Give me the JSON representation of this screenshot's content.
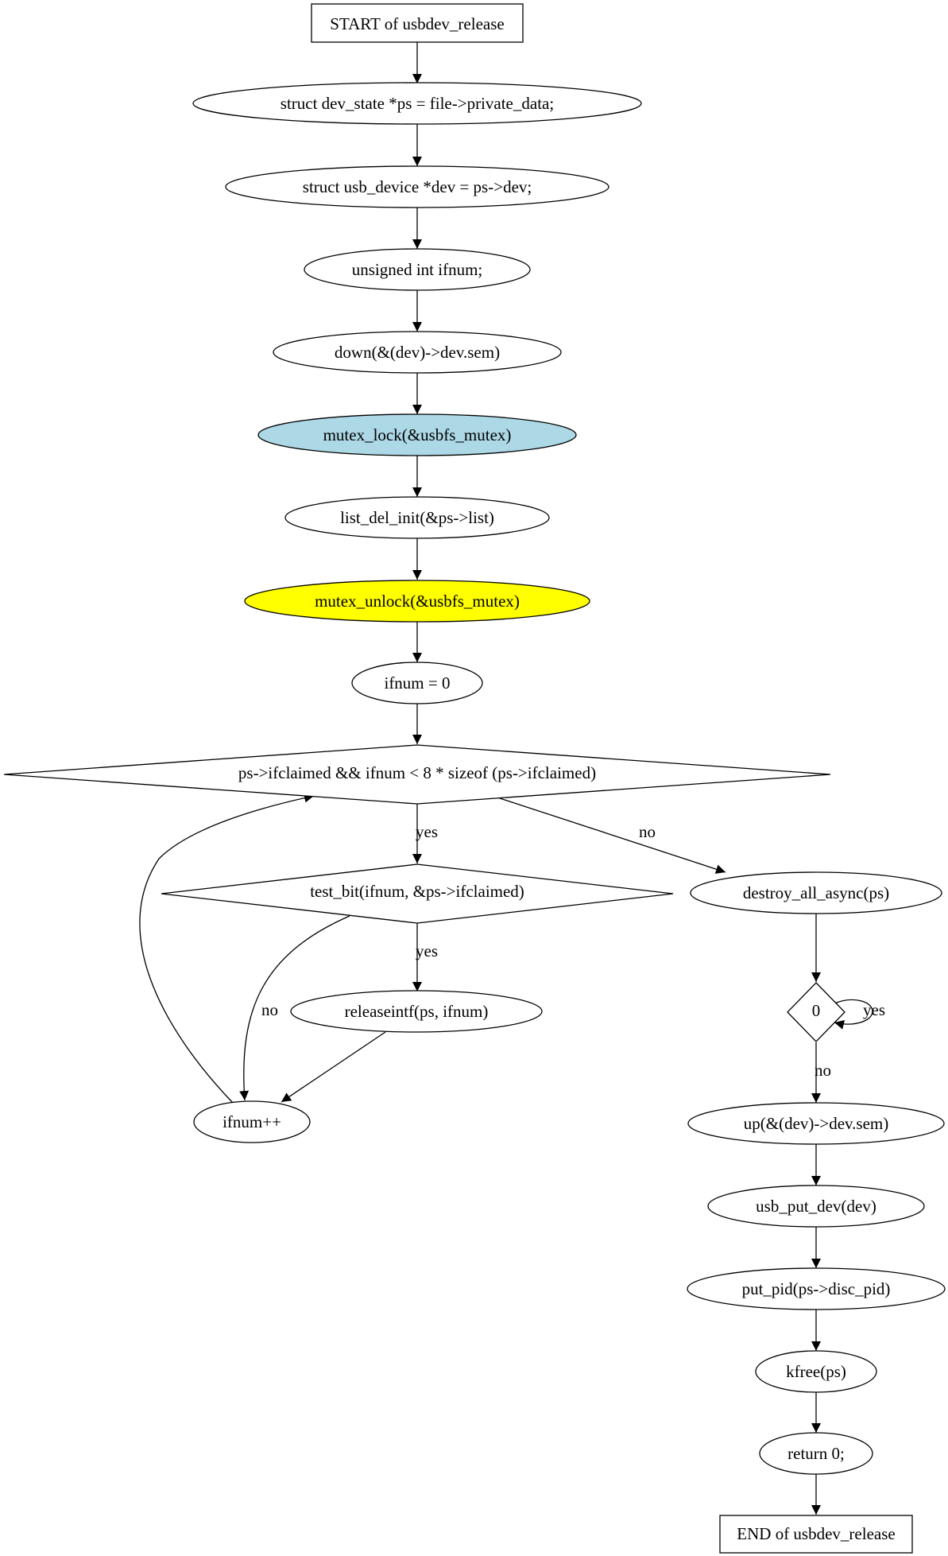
{
  "colors": {
    "default_fill": "#ffffff",
    "lock_fill": "#add8e6",
    "unlock_fill": "#ffff00",
    "stroke": "#000000"
  },
  "nodes": {
    "start": "START of usbdev_release",
    "ps_decl": "struct dev_state *ps = file->private_data;",
    "dev_decl": "struct usb_device *dev = ps->dev;",
    "ifnum_decl": "unsigned int ifnum;",
    "down": "down(&(dev)->dev.sem)",
    "mutex_lock": "mutex_lock(&usbfs_mutex)",
    "list_del": "list_del_init(&ps->list)",
    "mutex_unlock": "mutex_unlock(&usbfs_mutex)",
    "ifnum_init": "ifnum = 0",
    "loop_cond": "ps->ifclaimed && ifnum < 8 * sizeof (ps->ifclaimed)",
    "test_bit": "test_bit(ifnum, &ps->ifclaimed)",
    "releaseintf": "releaseintf(ps, ifnum)",
    "ifnum_inc": "ifnum++",
    "destroy_async": "destroy_all_async(ps)",
    "zero_cond": "0",
    "up": "up(&(dev)->dev.sem)",
    "usb_put_dev": "usb_put_dev(dev)",
    "put_pid": "put_pid(ps->disc_pid)",
    "kfree": "kfree(ps)",
    "return": "return 0;",
    "end": "END of usbdev_release"
  },
  "edge_labels": {
    "loop_yes": "yes",
    "loop_no": "no",
    "test_yes": "yes",
    "test_no": "no",
    "zero_yes": "yes",
    "zero_no": "no"
  }
}
